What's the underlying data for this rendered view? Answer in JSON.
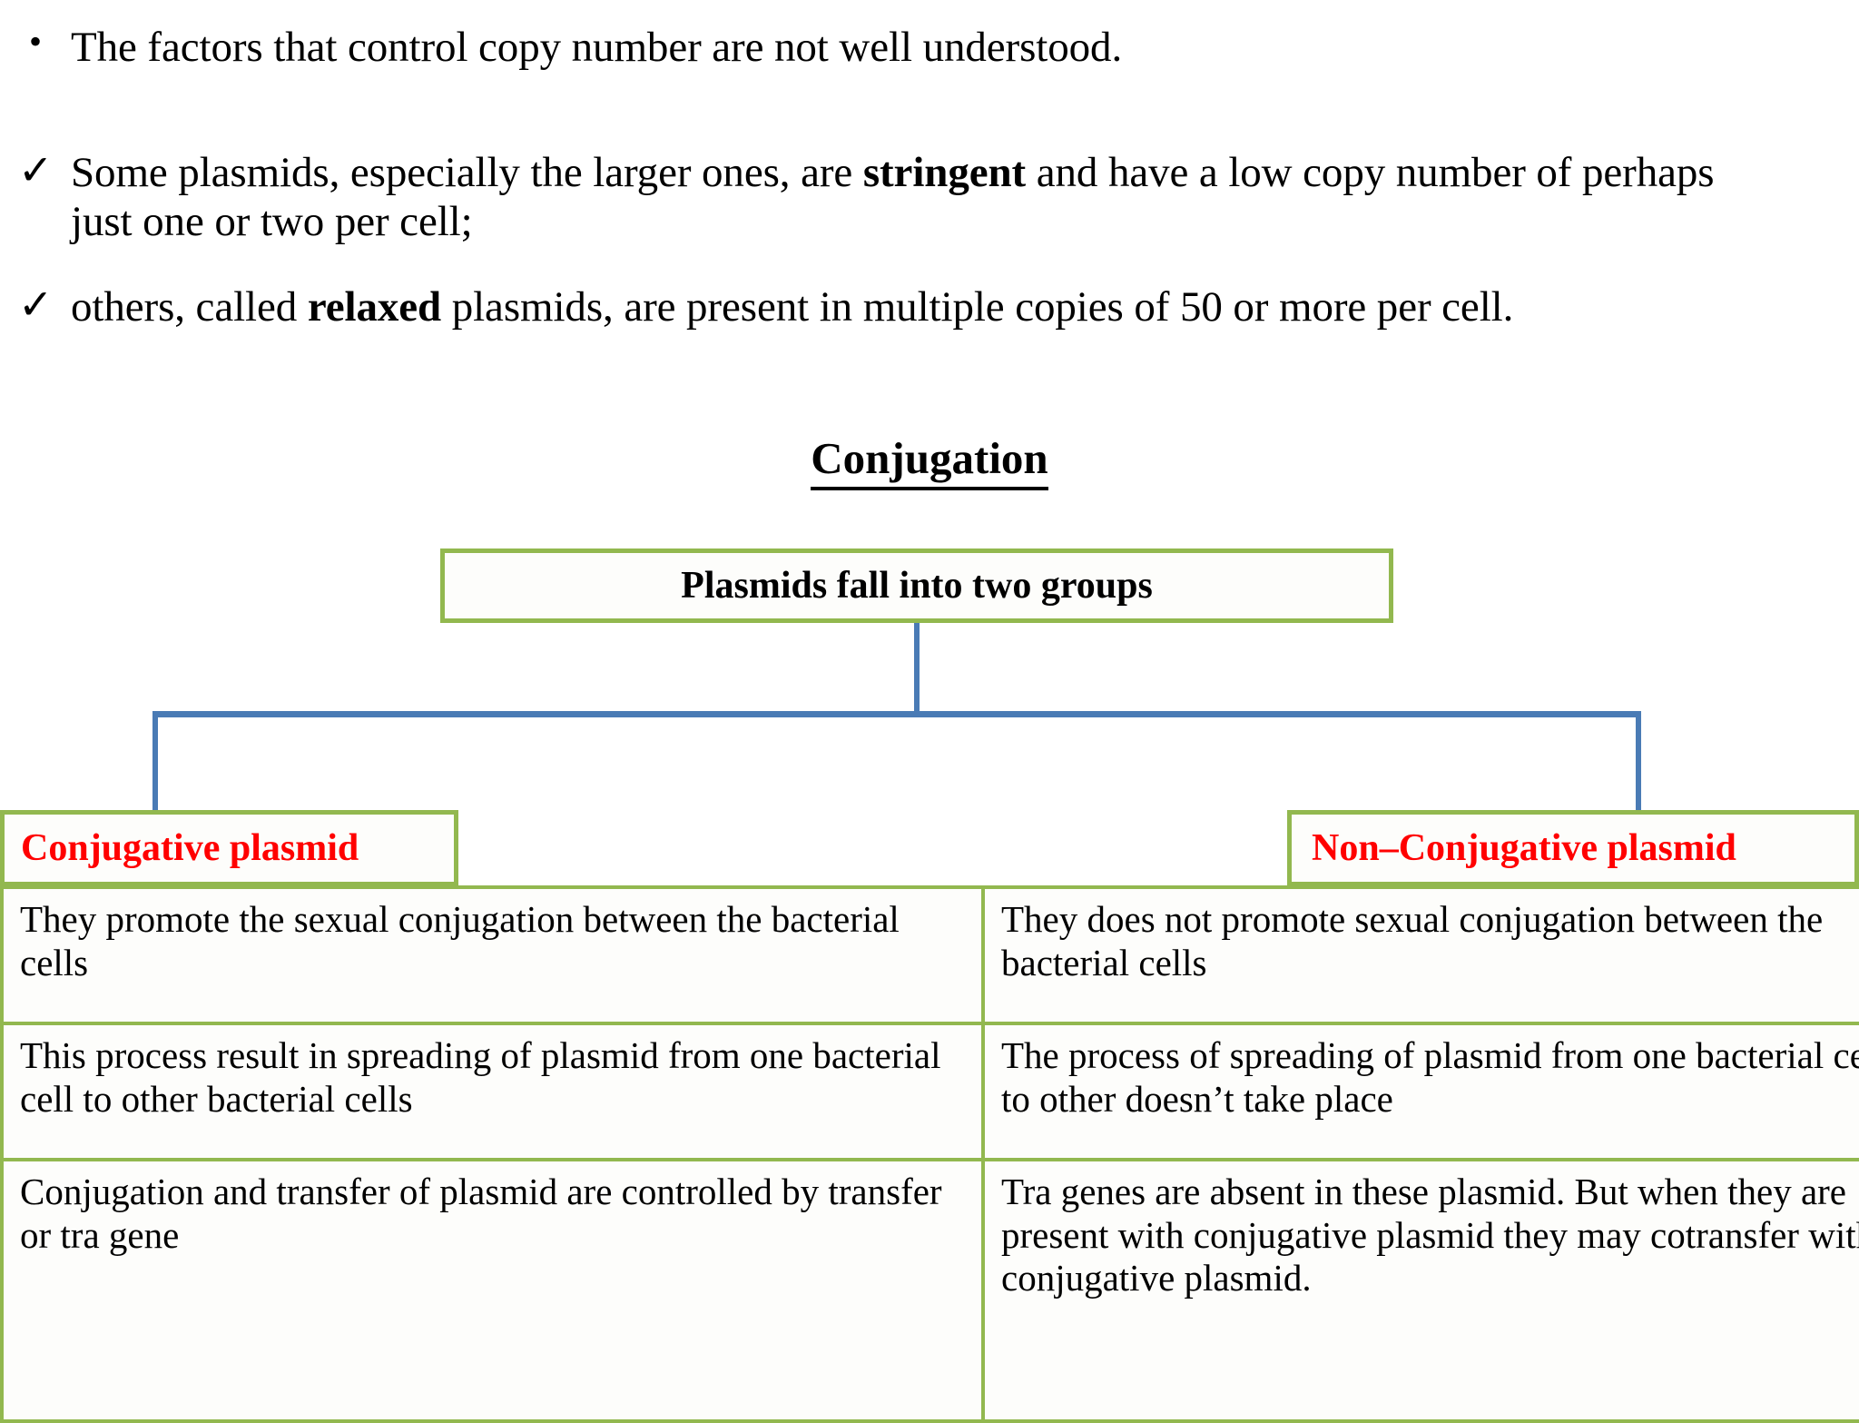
{
  "slide": {
    "notes": [
      {
        "marker": "•",
        "marker_name": "bullet-dot",
        "segments": [
          {
            "text": "The factors that control copy number are not well understood.",
            "bold": false
          }
        ]
      },
      {
        "marker": "✓",
        "marker_name": "check-mark",
        "segments": [
          {
            "text": "Some plasmids, especially the larger ones, are ",
            "bold": false
          },
          {
            "text": "stringent",
            "bold": true
          },
          {
            "text": " and have a low copy number of perhaps just one or two per cell;",
            "bold": false
          }
        ]
      },
      {
        "marker": "✓",
        "marker_name": "check-mark",
        "segments": [
          {
            "text": "others, called ",
            "bold": false
          },
          {
            "text": "relaxed",
            "bold": true
          },
          {
            "text": " plasmids, are present in multiple copies of 50 or more per cell.",
            "bold": false
          }
        ]
      }
    ],
    "section_title": "Conjugation",
    "diagram": {
      "root_label": "Plasmids fall into two groups",
      "branches": [
        {
          "label": "Conjugative plasmid"
        },
        {
          "label": "Non–Conjugative plasmid"
        }
      ],
      "comparison_rows": [
        {
          "left": "They promote the sexual conjugation between the bacterial cells",
          "right": "They does not promote sexual conjugation between the bacterial cells"
        },
        {
          "left": "This process result in spreading of plasmid from one bacterial cell to other bacterial cells",
          "right": "The process of spreading of plasmid from one bacterial cell to other doesn’t take place"
        },
        {
          "left": "Conjugation and transfer of plasmid are controlled by transfer or tra gene",
          "right": "Tra genes are absent in these plasmid. But when they are present with conjugative plasmid they may cotransfer with conjugative plasmid."
        }
      ]
    },
    "colors": {
      "box_border_green": "#92b84f",
      "connector_blue": "#4a7bb5",
      "branch_label_red": "#ff0000",
      "body_text_black": "#000000",
      "background": "#ffffff"
    }
  }
}
